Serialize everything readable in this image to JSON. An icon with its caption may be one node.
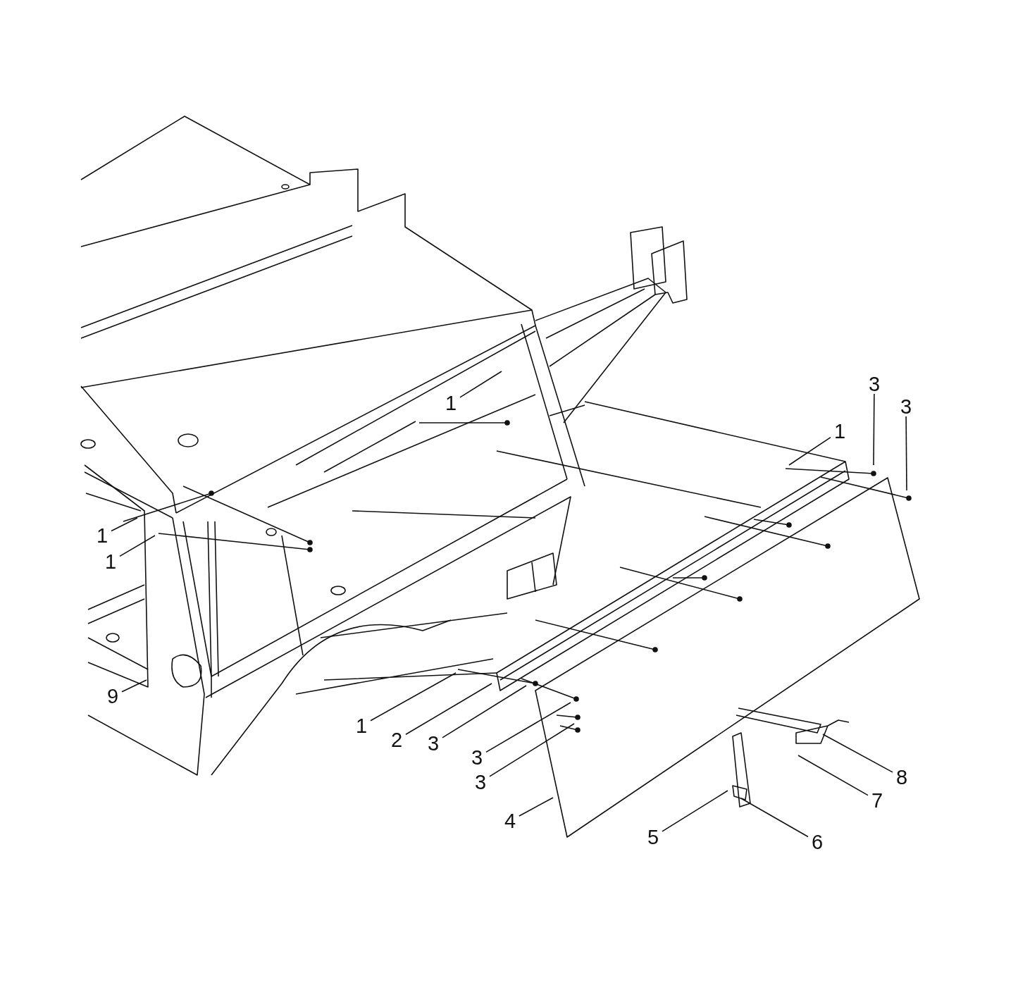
{
  "diagram": {
    "nodes": [
      {
        "text": [
          "3"
        ]
      },
      {
        "text": [
          "1"
        ]
      },
      {
        "text": [
          "3"
        ]
      },
      {
        "text": [
          "1"
        ]
      },
      {
        "text": [
          "1"
        ]
      },
      {
        "text": [
          "1"
        ]
      },
      {
        "text": [
          "9"
        ]
      },
      {
        "text": [
          "1"
        ]
      },
      {
        "text": [
          "2"
        ]
      },
      {
        "text": [
          "3"
        ]
      },
      {
        "text": [
          "3"
        ]
      },
      {
        "text": [
          "8"
        ]
      },
      {
        "text": [
          "3"
        ]
      },
      {
        "text": [
          "7"
        ]
      },
      {
        "text": [
          "4"
        ]
      },
      {
        "text": [
          "5"
        ]
      },
      {
        "text": [
          "6"
        ]
      }
    ],
    "edges": [
      {
        "from": 0,
        "to": null,
        "arrow": "none"
      },
      {
        "from": 1,
        "to": null,
        "arrow": "none"
      },
      {
        "from": 2,
        "to": null,
        "arrow": "none"
      },
      {
        "from": 3,
        "to": null,
        "arrow": "none"
      },
      {
        "from": 4,
        "to": null,
        "arrow": "none"
      },
      {
        "from": 5,
        "to": null,
        "arrow": "none"
      },
      {
        "from": 6,
        "to": null,
        "arrow": "none"
      },
      {
        "from": 7,
        "to": null,
        "arrow": "none"
      },
      {
        "from": 8,
        "to": null,
        "arrow": "none"
      },
      {
        "from": 9,
        "to": null,
        "arrow": "none"
      },
      {
        "from": 10,
        "to": null,
        "arrow": "none"
      },
      {
        "from": 11,
        "to": null,
        "arrow": "none"
      },
      {
        "from": 12,
        "to": null,
        "arrow": "none"
      },
      {
        "from": 13,
        "to": null,
        "arrow": "none"
      },
      {
        "from": 14,
        "to": null,
        "arrow": "none"
      },
      {
        "from": 15,
        "to": null,
        "arrow": "none"
      },
      {
        "from": 16,
        "to": null,
        "arrow": "none"
      }
    ]
  }
}
